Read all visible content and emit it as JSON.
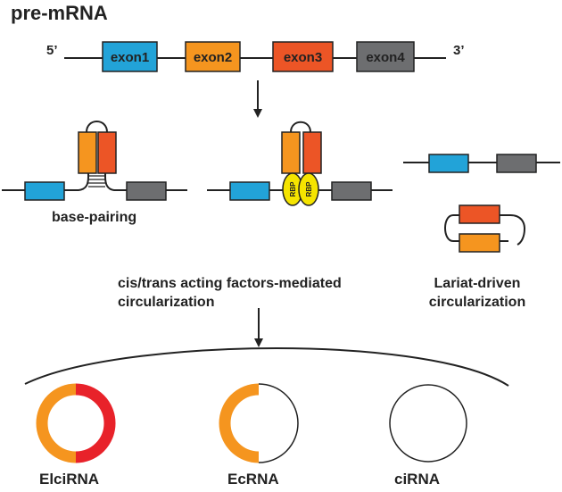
{
  "title": "pre-mRNA",
  "five_prime": "5’",
  "three_prime": "3’",
  "exons": [
    {
      "label": "exon1",
      "color": "#22a3d8"
    },
    {
      "label": "exon2",
      "color": "#f5951f"
    },
    {
      "label": "exon3",
      "color": "#ec5526"
    },
    {
      "label": "exon4",
      "color": "#6d6e70"
    }
  ],
  "rbp_label": "RBP",
  "rbp_color": "#f5e400",
  "exon_intron_retained_color": "#e8222a",
  "mechanisms": {
    "base_pairing": "base-pairing",
    "cis_trans_line1": "cis/trans acting factors-mediated",
    "cis_trans_line2": "circularization",
    "lariat_line1": "Lariat-driven",
    "lariat_line2": "circularization"
  },
  "products": {
    "elcirna": "ElciRNA",
    "ecrna": "EcRNA",
    "cirna": "ciRNA"
  }
}
